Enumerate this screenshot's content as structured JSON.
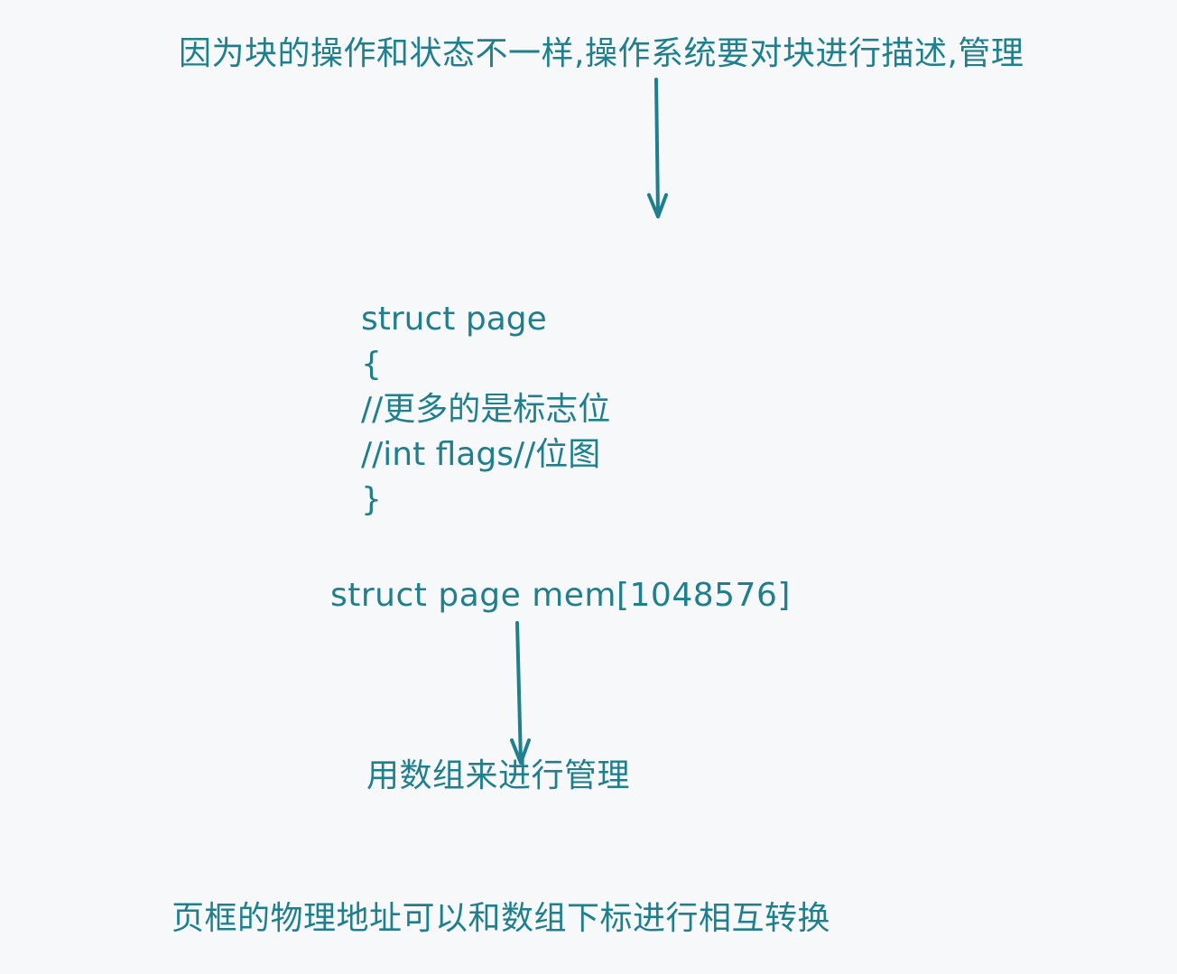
{
  "top_note": "因为块的操作和状态不一样,操作系统要对块进行描述,管理",
  "struct_definition": {
    "lines": [
      "struct page",
      "{",
      "//更多的是标志位",
      "//int flags//位图",
      "}"
    ]
  },
  "array_declaration": "struct page mem[1048576]",
  "array_note": "用数组来进行管理",
  "bottom_note": "页框的物理地址可以和数组下标进行相互转换",
  "colors": {
    "ink": "#1f7f8c",
    "background": "#f7f8fa"
  }
}
